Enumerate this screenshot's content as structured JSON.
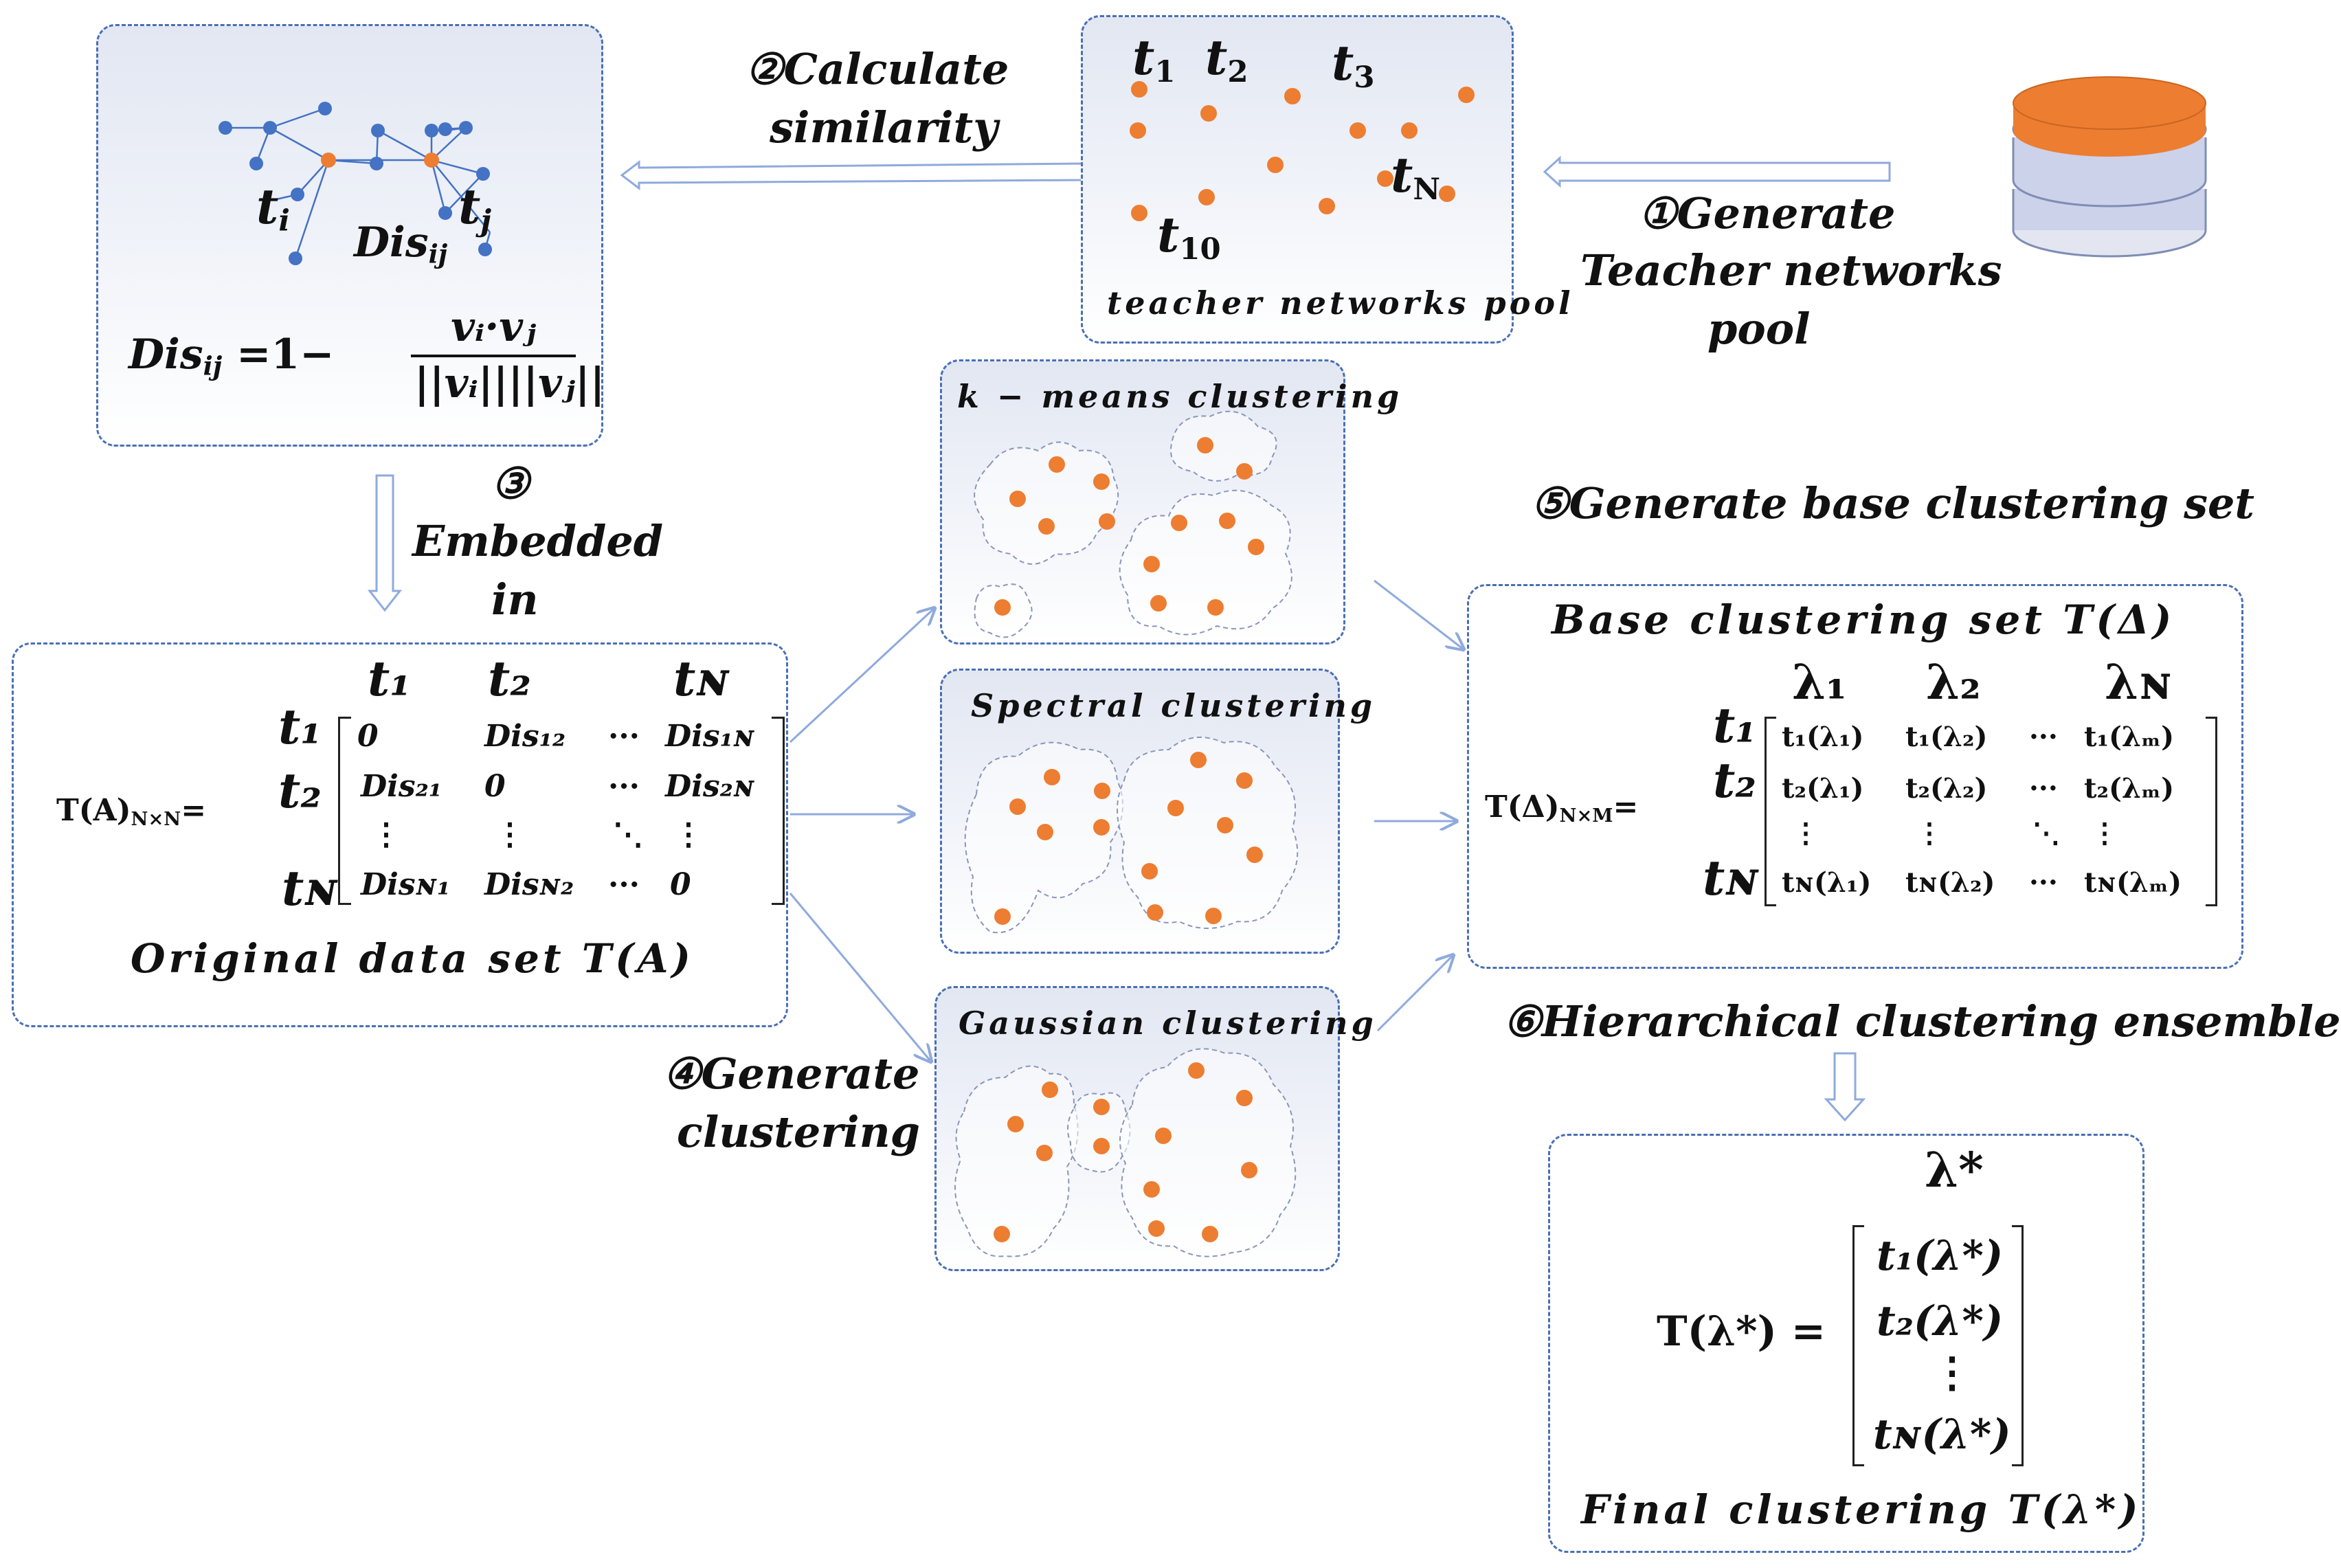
{
  "colors": {
    "border": "#4a6fb5",
    "orange": "#ed7d31",
    "blue_node": "#4472c4",
    "arrow": "#8faadc"
  },
  "steps": {
    "s1": [
      "①Generate",
      "Teacher networks",
      "pool"
    ],
    "s2": [
      "②Calculate",
      "similarity"
    ],
    "s3": [
      "③",
      "Embedded",
      "in"
    ],
    "s4": [
      "④Generate",
      "clustering"
    ],
    "s5": "⑤Generate base clustering set",
    "s6": "⑥Hierarchical clustering ensemble"
  },
  "pool": {
    "caption": "teacher networks pool",
    "labels": [
      "t",
      "1",
      "t",
      "2",
      "t",
      "3",
      "t",
      "N",
      "t",
      "10"
    ]
  },
  "similarity": {
    "ti": "t",
    "ti_sub": "i",
    "tj": "t",
    "tj_sub": "j",
    "dis": "Dis",
    "dis_sub": "ij",
    "formula_lhs": "Dis",
    "formula_lhs_sub": "ij",
    "formula_eq": "=1−",
    "numerator": "vᵢ·vⱼ",
    "denominator": "||vᵢ||||vⱼ||"
  },
  "original": {
    "title": "Original  data  set  T(A)",
    "lhs": "T(A)",
    "lhs_sub": "N×N",
    "eq": "=",
    "col_heads": [
      "t₁",
      "t₂",
      "tɴ"
    ],
    "row_heads": [
      "t₁",
      "t₂",
      "tɴ"
    ],
    "cells": [
      [
        "0",
        "Dis₁₂",
        "···",
        "Dis₁ɴ"
      ],
      [
        "Dis₂₁",
        "0",
        "···",
        "Dis₂ɴ"
      ],
      [
        "⋮",
        "⋮",
        "⋱",
        "⋮"
      ],
      [
        "Disɴ₁",
        "Disɴ₂",
        "···",
        "0"
      ]
    ]
  },
  "clusterings": {
    "kmeans": "k − means  clustering",
    "spectral": "Spectral  clustering",
    "gaussian": "Gaussian  clustering"
  },
  "base": {
    "title": "Base  clustering  set  T(Δ)",
    "lhs": "T(Δ)",
    "lhs_sub": "N×M",
    "eq": "=",
    "col_heads": [
      "λ₁",
      "λ₂",
      "λɴ"
    ],
    "row_heads": [
      "t₁",
      "t₂",
      "tɴ"
    ],
    "cells": [
      [
        "t₁(λ₁)",
        "t₁(λ₂)",
        "···",
        "t₁(λₘ)"
      ],
      [
        "t₂(λ₁)",
        "t₂(λ₂)",
        "···",
        "t₂(λₘ)"
      ],
      [
        "⋮",
        "⋮",
        "⋱",
        "⋮"
      ],
      [
        "tɴ(λ₁)",
        "tɴ(λ₂)",
        "···",
        "tɴ(λₘ)"
      ]
    ]
  },
  "final": {
    "title": "Final  clustering  T(λ*)",
    "col_head": "λ*",
    "lhs": "T(λ*) =",
    "cells": [
      "t₁(λ*)",
      "t₂(λ*)",
      "⋮",
      "tɴ(λ*)"
    ]
  }
}
